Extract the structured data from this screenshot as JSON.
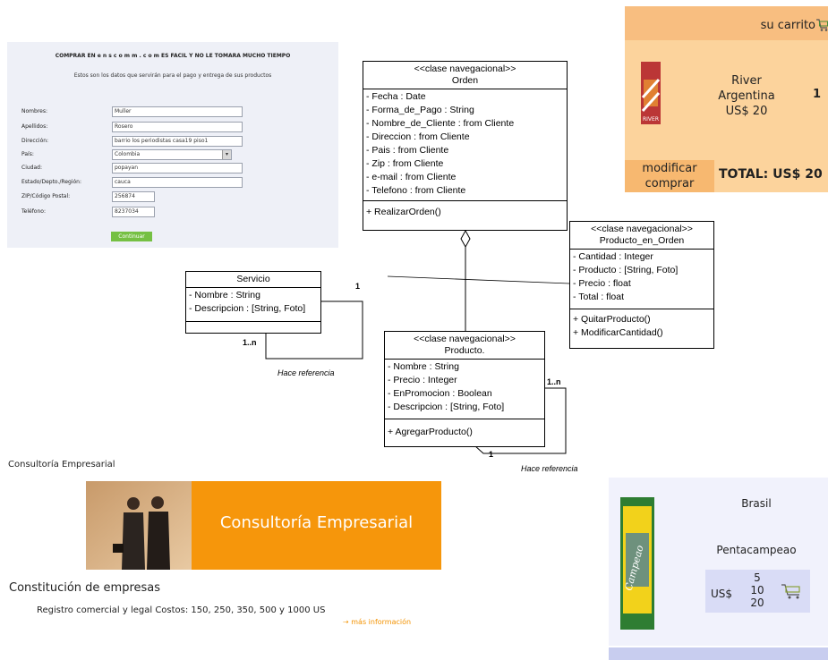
{
  "checkout_form": {
    "title": "COMPRAR EN  e n s c o m m . c o m  ES FACIL Y NO LE TOMARA MUCHO TIEMPO",
    "subtitle": "Estos son los datos que servirán para el pago y entrega de sus productos",
    "fields": [
      {
        "label": "Nombres:",
        "value": "Muller"
      },
      {
        "label": "Apellidos:",
        "value": "Rosero"
      },
      {
        "label": "Dirección:",
        "value": "barrio los periodistas casa19 piso1"
      },
      {
        "label": "País:",
        "value": "Colombia"
      },
      {
        "label": "Ciudad:",
        "value": "popayan"
      },
      {
        "label": "Estado/Depto./Región:",
        "value": "cauca"
      },
      {
        "label": "ZIP/Código Postal:",
        "value": "256874"
      },
      {
        "label": "Teléfono:",
        "value": "8237034"
      }
    ],
    "continue_label": "Continuar"
  },
  "cart": {
    "header": "su carrito",
    "product_name": "River Argentina US$ 20",
    "product_line1": "River",
    "product_line2": "Argentina",
    "product_line3": "US$ 20",
    "quantity": "1",
    "modify_line1": "modificar",
    "modify_line2": "comprar",
    "total": "TOTAL: US$ 20",
    "jersey_text": "RIVER"
  },
  "uml": {
    "orden": {
      "stereotype": "<<clase navegacional>>",
      "name": "Orden",
      "attributes": [
        "- Fecha : Date",
        "- Forma_de_Pago : String",
        "- Nombre_de_Cliente : from Cliente",
        "- Direccion : from Cliente",
        "- Pais : from Cliente",
        "- Zip : from Cliente",
        "- e-mail : from Cliente",
        "- Telefono : from Cliente"
      ],
      "operations": [
        "+ RealizarOrden()"
      ]
    },
    "producto_en_orden": {
      "stereotype": "<<clase navegacional>>",
      "name": "Producto_en_Orden",
      "attributes": [
        "- Cantidad : Integer",
        "- Producto : [String, Foto]",
        "- Precio : float",
        "- Total : float"
      ],
      "operations": [
        "+ QuitarProducto()",
        "+ ModificarCantidad()"
      ]
    },
    "servicio": {
      "name": "Servicio",
      "attributes": [
        "- Nombre : String",
        "- Descripcion : [String, Foto]"
      ]
    },
    "producto": {
      "stereotype": "<<clase navegacional>>",
      "name": "Producto.",
      "attributes": [
        "- Nombre : String",
        "- Precio : Integer",
        "- EnPromocion : Boolean",
        "- Descripcion : [String, Foto]"
      ],
      "operations": [
        "+ AgregarProducto()"
      ]
    },
    "labels": {
      "servicio_one": "1",
      "servicio_many": "1..n",
      "servicio_ref": "Hace referencia",
      "producto_many": "1..n",
      "producto_one": "1",
      "producto_ref": "Hace referencia"
    }
  },
  "consultoria": {
    "heading": "Consultoría Empresarial",
    "banner_text": "Consultoría Empresarial",
    "section_title": "Constitución de empresas",
    "description": "Registro comercial y legal Costos: 150, 250, 350, 500 y 1000 US",
    "more_info": "más información"
  },
  "brasil": {
    "name": "Brasil",
    "subtitle": "Pentacampeao",
    "currency": "US$",
    "prices": [
      "5",
      "10",
      "20"
    ],
    "jersey_text": "Campeao"
  },
  "colors": {
    "orange": "#f6960b",
    "cart_bg": "#fcd39c",
    "form_bg": "#eef0f7",
    "continue_green": "#75c043",
    "brasil_bg": "#f1f2fc"
  }
}
